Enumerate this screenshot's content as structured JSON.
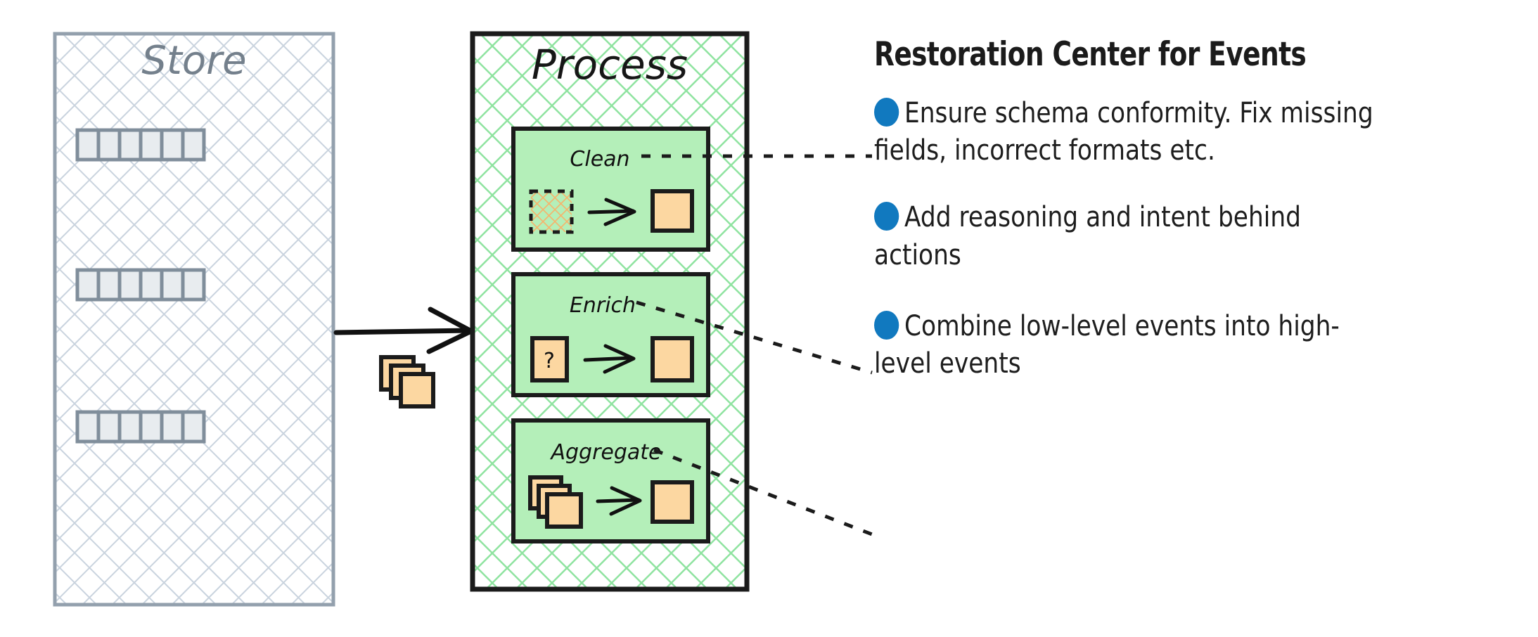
{
  "diagram": {
    "store": {
      "label": "Store",
      "label_color": "#74808c",
      "border_color": "#93a0ad",
      "hatch_color": "#c9d3de",
      "rows": [
        {
          "cells": 6
        },
        {
          "cells": 6
        },
        {
          "cells": 6
        }
      ],
      "cell_fill": "#e8ecef",
      "cell_border": "#808e9b"
    },
    "process": {
      "label": "Process",
      "label_color": "#161616",
      "border_color": "#1b1b1b",
      "hatch_color": "#8fe3a0",
      "steps": [
        {
          "label": "Clean",
          "input_kind": "dashed-hatched-square",
          "output_kind": "square"
        },
        {
          "label": "Enrich",
          "input_kind": "question-square",
          "input_glyph": "?",
          "output_kind": "square"
        },
        {
          "label": "Aggregate",
          "input_kind": "stacked-squares",
          "output_kind": "square"
        }
      ],
      "step_fill": "#b4efb9",
      "card_fill": "#fcd7a1",
      "card_border": "#1b1b1b"
    },
    "flow": {
      "arrow_label": "",
      "card_stack_count": 3,
      "arrow_color": "#111111"
    }
  },
  "panel": {
    "title": "Restoration Center for Events",
    "bullet_color": "#1179bf",
    "bullets": [
      {
        "id": "clean",
        "text": "Ensure schema conformity. Fix missing fields, incorrect formats etc."
      },
      {
        "id": "enrich",
        "text": "Add reasoning and intent behind actions"
      },
      {
        "id": "aggregate",
        "text": "Combine low-level events into high-level events"
      }
    ]
  }
}
